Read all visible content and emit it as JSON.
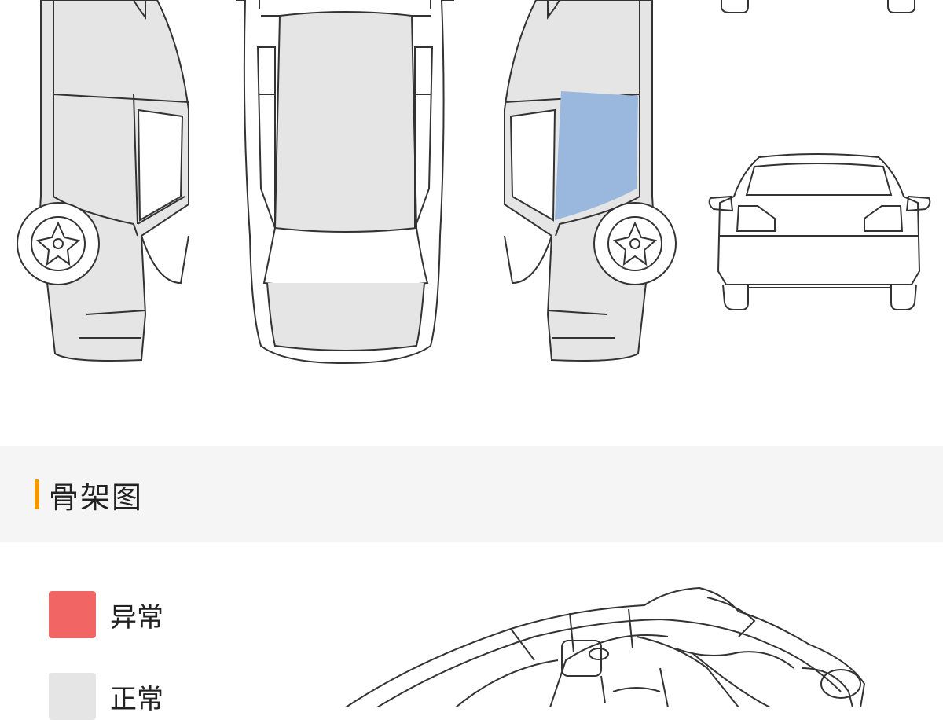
{
  "section": {
    "title": "骨架图"
  },
  "legend": [
    {
      "label": "异常",
      "color": "#f26565"
    },
    {
      "label": "正常",
      "color": "#e5e5e5"
    }
  ],
  "colors": {
    "accent": "#f39800",
    "panel_normal": "#e5e5e5",
    "panel_highlight": "#9ab8dd",
    "outline": "#333333",
    "header_bg": "#f5f5f5"
  },
  "icons": [
    "car-left-view-icon",
    "car-top-view-icon",
    "car-right-view-icon",
    "car-front-view-icon",
    "car-rear-view-icon",
    "wheel-icon",
    "car-skeleton-icon"
  ]
}
